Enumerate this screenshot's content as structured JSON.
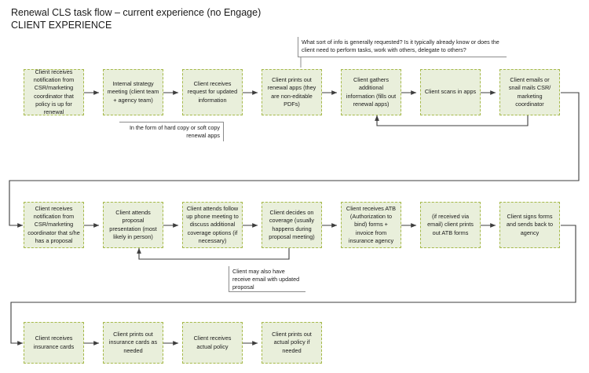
{
  "title": {
    "line1": "Renewal CLS task flow – current experience (no Engage)",
    "line2": "CLIENT EXPERIENCE"
  },
  "diagram": {
    "type": "flowchart",
    "orientation": "left-to-right, wrapping into 3 rows",
    "node_fill_color": "#e9efdb",
    "node_border_color": "#a6b94a",
    "connector_color": "#4d4d4d",
    "annotation_border_color": "#8c8c8c",
    "rows": [
      {
        "row_name": "row-1-renewal-application",
        "nodes": [
          {
            "id": "n1",
            "label": "Client receives notification from CSR/marketing coordinator that policy is up for renewal"
          },
          {
            "id": "n2",
            "label": "Internal strategy meeting (client team + agency team)"
          },
          {
            "id": "n3",
            "label": "Client receives request for updated information"
          },
          {
            "id": "n4",
            "label": "Client prints out renewal apps (they are non-editable PDFs)"
          },
          {
            "id": "n5",
            "label": "Client gathers additional information (fills out renewal apps)"
          },
          {
            "id": "n6",
            "label": "Client scans in apps"
          },
          {
            "id": "n7",
            "label": "Client emails or snail mails CSR/ marketing coordinator"
          }
        ]
      },
      {
        "row_name": "row-2-proposal-and-binding",
        "nodes": [
          {
            "id": "n8",
            "label": "Client receives notification from CSR/marketing coordinator that s/he has a proposal"
          },
          {
            "id": "n9",
            "label": "Client attends proposal presentation (most likely in person)"
          },
          {
            "id": "n10",
            "label": "Client attends follow up phone meeting to discuss additional coverage options (if necessary)"
          },
          {
            "id": "n11",
            "label": "Client decides on coverage (usually happens during proposal meeting)"
          },
          {
            "id": "n12",
            "label": "Client receives ATB (Authorization to bind) forms + invoice from insurance agency"
          },
          {
            "id": "n13",
            "label": "(if received via email) client prints out ATB forms"
          },
          {
            "id": "n14",
            "label": "Client signs forms and sends back to agency"
          }
        ]
      },
      {
        "row_name": "row-3-policy-delivery",
        "nodes": [
          {
            "id": "n15",
            "label": "Client receives insurance cards"
          },
          {
            "id": "n16",
            "label": "Client prints out insurance cards as needed"
          },
          {
            "id": "n17",
            "label": "Client receives actual policy"
          },
          {
            "id": "n18",
            "label": "Client prints out actual policy if needed"
          }
        ]
      }
    ],
    "annotations": [
      {
        "id": "a1",
        "name": "annotation-info-requested",
        "text": "What sort of info is generally requested?  Is it typically already know or does the client need to perform tasks, work with others, delegate to others?",
        "points_to": "n5"
      },
      {
        "id": "a2",
        "name": "annotation-hard-copy",
        "text": "In the form of hard copy or soft copy renewal apps",
        "points_to": "n3"
      },
      {
        "id": "a3",
        "name": "annotation-updated-proposal",
        "text": "Client may also have receive email with updated proposal",
        "points_to": "n11"
      }
    ],
    "feedback_loops": [
      {
        "from": "n7",
        "to": "n5",
        "name": "loop-emails-back-to-gather-info"
      },
      {
        "from": "n11",
        "to": "n9",
        "name": "loop-coverage-back-to-presentation"
      }
    ],
    "wrap_connectors": [
      {
        "from": "n7",
        "to": "n8",
        "name": "wrap-row1-to-row2"
      },
      {
        "from": "n14",
        "to": "n15",
        "name": "wrap-row2-to-row3"
      }
    ]
  }
}
